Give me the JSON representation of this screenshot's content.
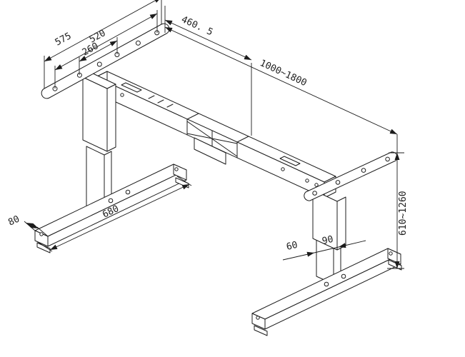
{
  "labels": {
    "plate_length": "575",
    "plate_hole_span": "520",
    "plate_inner_span": "260",
    "beam_section": "460. 5",
    "width_range": "1000~1800",
    "foot_length": "680",
    "foot_end": "80",
    "column_depth": "60",
    "column_width": "90",
    "height_range": "610~1260"
  },
  "style": {
    "line_color": "#1c1c1c",
    "background": "#ffffff"
  }
}
